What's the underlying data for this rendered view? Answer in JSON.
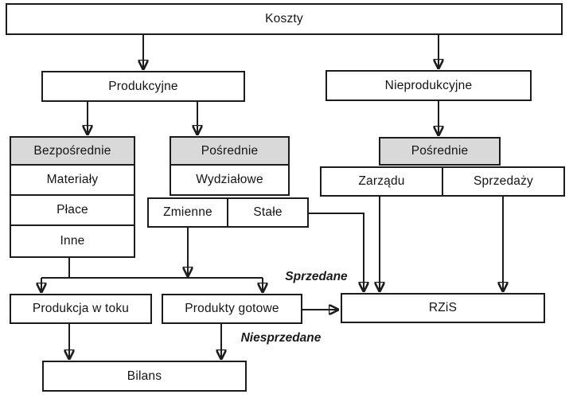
{
  "diagram": {
    "nodes": {
      "koszty": {
        "label": "Koszty"
      },
      "produkcyjne": {
        "label": "Produkcyjne"
      },
      "nieprodukcyjne": {
        "label": "Nieprodukcyjne"
      },
      "bezposrednie": {
        "label": "Bezpośrednie"
      },
      "materialy": {
        "label": "Materiały"
      },
      "place": {
        "label": "Płace"
      },
      "inne": {
        "label": "Inne"
      },
      "posrednie_prod": {
        "label": "Pośrednie"
      },
      "wydzialowe": {
        "label": "Wydziałowe"
      },
      "zmienne": {
        "label": "Zmienne"
      },
      "stale": {
        "label": "Stałe"
      },
      "posrednie_nieprod": {
        "label": "Pośrednie"
      },
      "zarzadu": {
        "label": "Zarządu"
      },
      "sprzedazy": {
        "label": "Sprzedaży"
      },
      "produkcja_w_toku": {
        "label": "Produkcja w toku"
      },
      "produkty_gotowe": {
        "label": "Produkty gotowe"
      },
      "rzis": {
        "label": "RZiS"
      },
      "bilans": {
        "label": "Bilans"
      }
    },
    "edge_labels": {
      "sprzedane": "Sprzedane",
      "niesprzedane": "Niesprzedane"
    },
    "colors": {
      "header_fill": "#d9d9d9",
      "box_fill": "#ffffff",
      "line": "#1c1c1c",
      "background": "#ffffff"
    }
  }
}
